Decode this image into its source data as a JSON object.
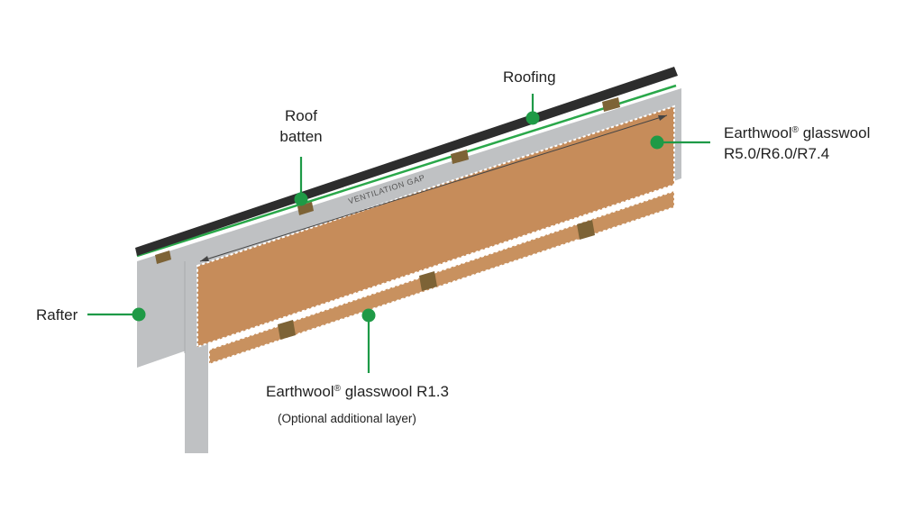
{
  "colors": {
    "roofing": "#2d2d2d",
    "membrane": "#2aa84a",
    "rafter": "#bfc1c3",
    "insulation": "#c68c5a",
    "insulation_thin": "#c8915f",
    "batten": "#7d6336",
    "leader": "#1e9a47",
    "dot": "#1f9a46"
  },
  "labels": {
    "roofing": "Roofing",
    "roof_batten_line1": "Roof",
    "roof_batten_line2": "batten",
    "earthwool_main_brand": "Earthwool",
    "registered_mark": "®",
    "earthwool_main_suffix": " glasswool",
    "earthwool_main_ratings": "R5.0/R6.0/R7.4",
    "rafter": "Rafter",
    "ventilation_gap": "VENTILATION GAP",
    "earthwool_optional_brand": "Earthwool",
    "earthwool_optional_suffix": " glasswool R1.3",
    "earthwool_optional_note": "(Optional additional layer)"
  }
}
